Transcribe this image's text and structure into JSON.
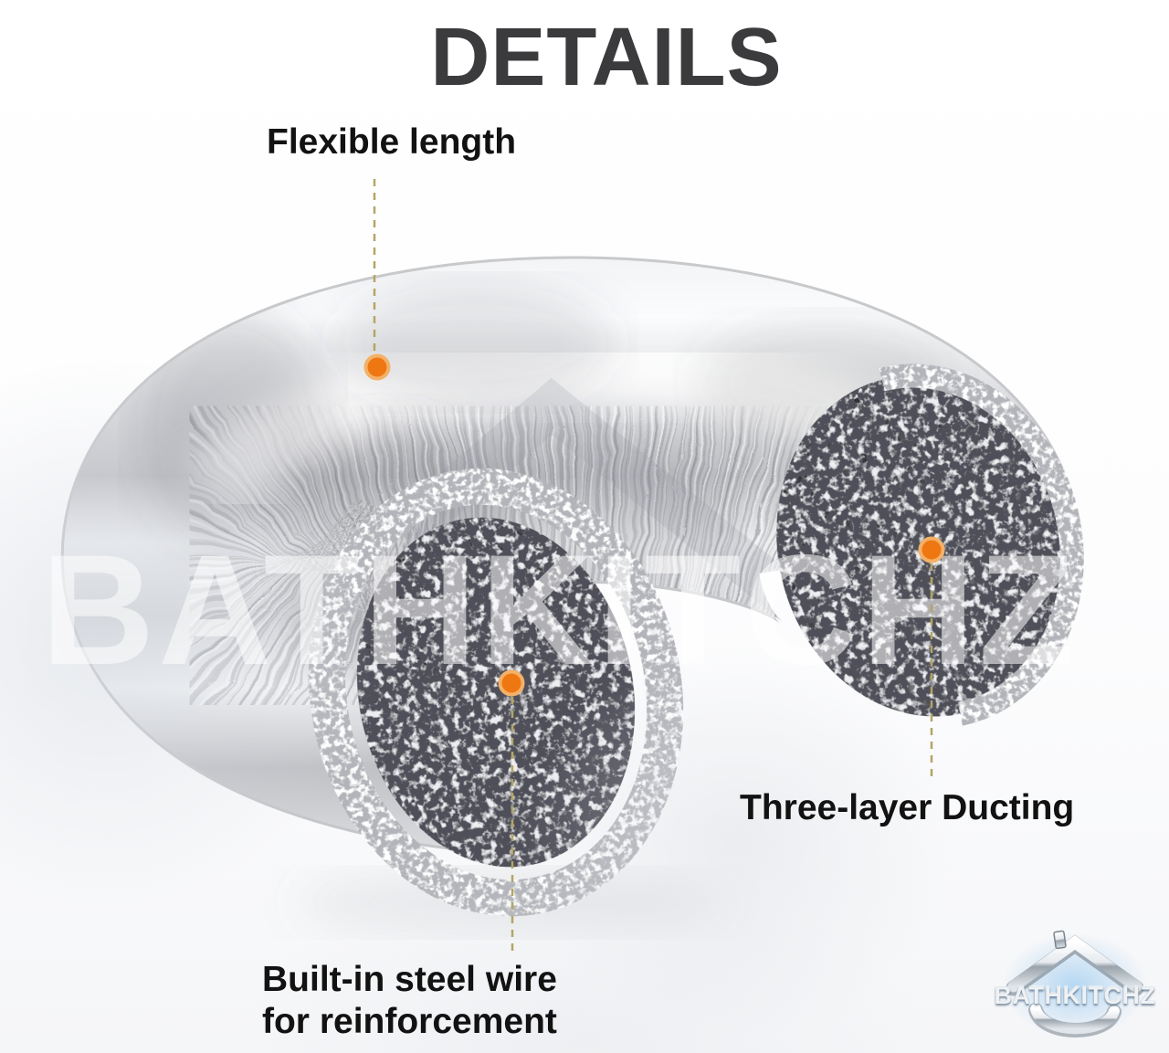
{
  "title": "DETAILS",
  "callouts": {
    "flexible": {
      "label": "Flexible length"
    },
    "three_layer": {
      "label": "Three-layer Ducting"
    },
    "built_in": {
      "line1": "Built-in steel wire",
      "line2": "for reinforcement"
    }
  },
  "watermark": {
    "text": "BATHKITCHZ"
  },
  "logo": {
    "text": "BATHKITCHZ"
  },
  "icons": {
    "logo_roof": "roof-icon",
    "logo_swoosh": "swoosh-icon",
    "callout_dot": "callout-dot"
  },
  "colors": {
    "accent_orange": "#ee7712",
    "dot_ring": "#f3b168",
    "leader_line": "#b3a565",
    "title_text": "#3b3b3d",
    "label_text": "#121212",
    "logo_glow": "#8ec4ee",
    "watermark_text": "rgba(255,255,255,0.55)"
  }
}
